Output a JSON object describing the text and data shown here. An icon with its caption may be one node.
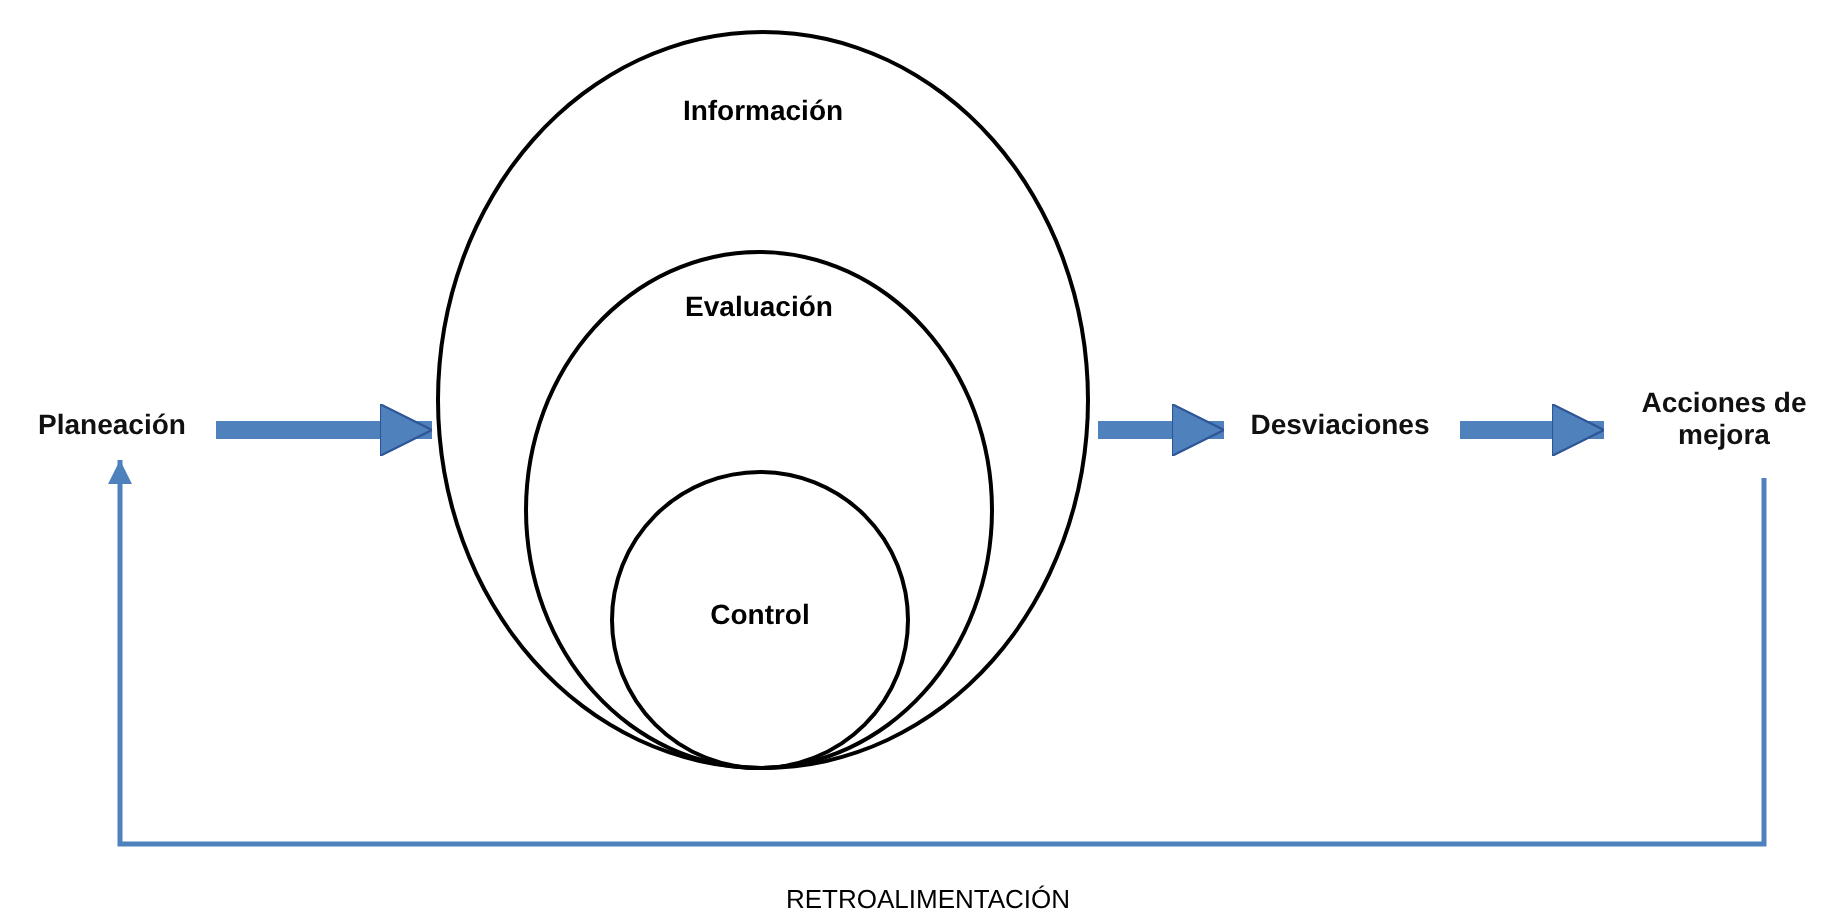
{
  "diagram": {
    "nodes": [
      {
        "text": [
          "Planeación"
        ]
      },
      {
        "text": [
          "Información"
        ]
      },
      {
        "text": [
          "Evaluación"
        ],
        "in": 1
      },
      {
        "text": [
          "Control"
        ],
        "in": 2
      },
      {
        "text": [
          "Desviaciones"
        ]
      },
      {
        "text": [
          "Acciones de mejora"
        ]
      }
    ],
    "edges": [
      {
        "from": 0,
        "to": 1,
        "arrow": "to"
      },
      {
        "from": 1,
        "to": 4,
        "arrow": "to"
      },
      {
        "from": 4,
        "to": 5,
        "arrow": "to"
      },
      {
        "from": 5,
        "to": 0,
        "arrow": "to",
        "label": "RETROALIMENTACIÓN"
      }
    ]
  }
}
